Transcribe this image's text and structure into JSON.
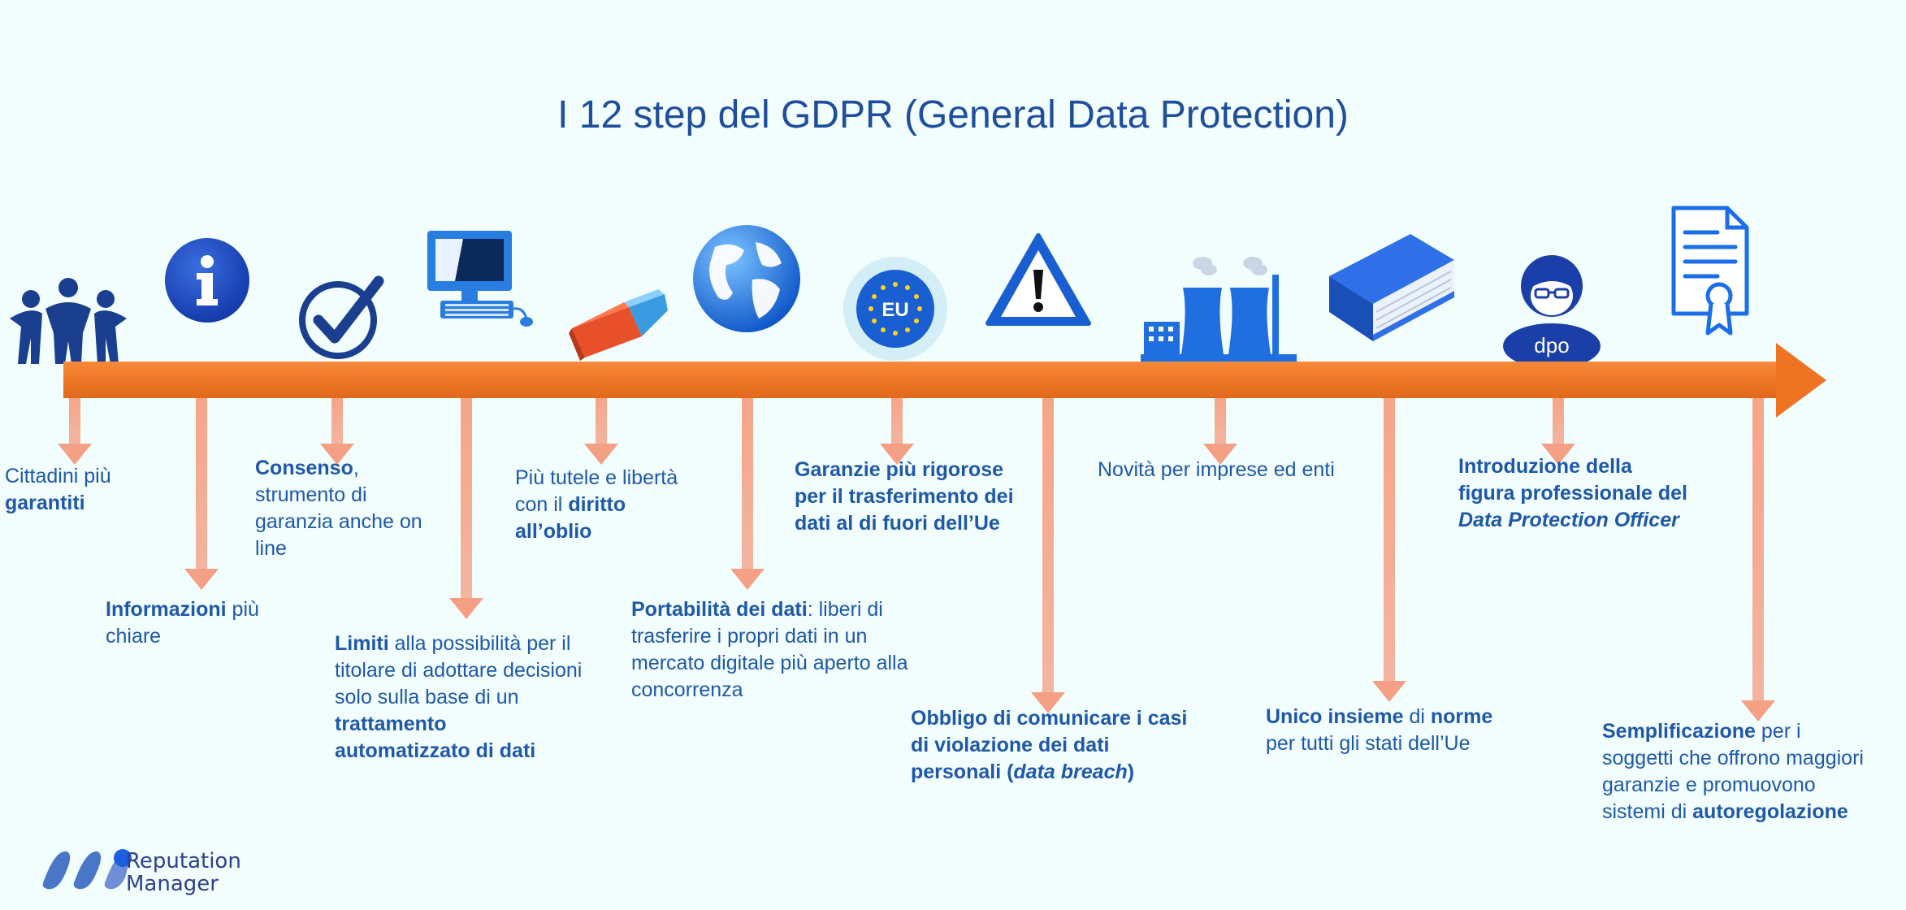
{
  "title": "I 12 step del GDPR (General Data Protection)",
  "colors": {
    "text": "#1f58a8",
    "axis": "#ee7424",
    "drop": "#f4a084",
    "icon": "#1a5fd1",
    "title": "#1f4e9c"
  },
  "steps": [
    {
      "icon": "people-icon",
      "parts": [
        {
          "t": "Cittadini più",
          "s": "n"
        },
        {
          "t": "\n",
          "s": "br"
        },
        {
          "t": "garantiti",
          "s": "b"
        }
      ]
    },
    {
      "icon": "info-icon",
      "parts": [
        {
          "t": "Informazioni",
          "s": "b"
        },
        {
          "t": " più",
          "s": "n"
        },
        {
          "t": "\n",
          "s": "br"
        },
        {
          "t": "chiare",
          "s": "n"
        }
      ]
    },
    {
      "icon": "checkmark-icon",
      "parts": [
        {
          "t": "Consenso",
          "s": "b"
        },
        {
          "t": ",",
          "s": "n"
        },
        {
          "t": "\n",
          "s": "br"
        },
        {
          "t": "strumento di",
          "s": "n"
        },
        {
          "t": "\n",
          "s": "br"
        },
        {
          "t": "garanzia anche on",
          "s": "n"
        },
        {
          "t": "\n",
          "s": "br"
        },
        {
          "t": "line",
          "s": "n"
        }
      ]
    },
    {
      "icon": "computer-icon",
      "parts": [
        {
          "t": "Limiti",
          "s": "b"
        },
        {
          "t": " alla possibilità per il",
          "s": "n"
        },
        {
          "t": "\n",
          "s": "br"
        },
        {
          "t": "titolare di adottare decisioni",
          "s": "n"
        },
        {
          "t": "\n",
          "s": "br"
        },
        {
          "t": "solo sulla base di un",
          "s": "n"
        },
        {
          "t": "\n",
          "s": "br"
        },
        {
          "t": "trattamento",
          "s": "b"
        },
        {
          "t": "\n",
          "s": "br"
        },
        {
          "t": "automatizzato di dati",
          "s": "b"
        }
      ]
    },
    {
      "icon": "eraser-icon",
      "parts": [
        {
          "t": "Più tutele e libertà",
          "s": "n"
        },
        {
          "t": "\n",
          "s": "br"
        },
        {
          "t": "con il ",
          "s": "n"
        },
        {
          "t": "diritto",
          "s": "b"
        },
        {
          "t": "\n",
          "s": "br"
        },
        {
          "t": "all’oblio",
          "s": "b"
        }
      ]
    },
    {
      "icon": "globe-icon",
      "parts": [
        {
          "t": "Portabilità dei dati",
          "s": "b"
        },
        {
          "t": ": liberi di",
          "s": "n"
        },
        {
          "t": "\n",
          "s": "br"
        },
        {
          "t": "trasferire i propri dati in un",
          "s": "n"
        },
        {
          "t": "\n",
          "s": "br"
        },
        {
          "t": "mercato digitale più aperto alla",
          "s": "n"
        },
        {
          "t": "\n",
          "s": "br"
        },
        {
          "t": "concorrenza",
          "s": "n"
        }
      ]
    },
    {
      "icon": "eu-flag-icon",
      "badge": "EU",
      "parts": [
        {
          "t": "Garanzie più rigorose",
          "s": "b"
        },
        {
          "t": "\n",
          "s": "br"
        },
        {
          "t": "per il trasferimento dei",
          "s": "b"
        },
        {
          "t": "\n",
          "s": "br"
        },
        {
          "t": "dati al di fuori dell’Ue",
          "s": "b"
        }
      ]
    },
    {
      "icon": "warning-icon",
      "parts": [
        {
          "t": "Obbligo di comunicare i casi",
          "s": "b"
        },
        {
          "t": "\n",
          "s": "br"
        },
        {
          "t": "di violazione dei dati",
          "s": "b"
        },
        {
          "t": "\n",
          "s": "br"
        },
        {
          "t": "personali (",
          "s": "b"
        },
        {
          "t": "data breach",
          "s": "bi"
        },
        {
          "t": ")",
          "s": "b"
        }
      ]
    },
    {
      "icon": "factory-icon",
      "parts": [
        {
          "t": "Novità per imprese ed enti",
          "s": "n"
        }
      ]
    },
    {
      "icon": "book-icon",
      "parts": [
        {
          "t": "Unico insieme",
          "s": "b"
        },
        {
          "t": " di ",
          "s": "n"
        },
        {
          "t": "norme",
          "s": "b"
        },
        {
          "t": "\n",
          "s": "br"
        },
        {
          "t": "per tutti gli stati dell’Ue",
          "s": "n"
        }
      ]
    },
    {
      "icon": "dpo-person-icon",
      "badge": "dpo",
      "parts": [
        {
          "t": "Introduzione della",
          "s": "b"
        },
        {
          "t": "\n",
          "s": "br"
        },
        {
          "t": "figura professionale del",
          "s": "b"
        },
        {
          "t": "\n",
          "s": "br"
        },
        {
          "t": "Data Protection Officer",
          "s": "bi"
        }
      ]
    },
    {
      "icon": "certificate-icon",
      "parts": [
        {
          "t": "Semplificazione",
          "s": "b"
        },
        {
          "t": " per i",
          "s": "n"
        },
        {
          "t": "\n",
          "s": "br"
        },
        {
          "t": "soggetti che offrono maggiori",
          "s": "n"
        },
        {
          "t": "\n",
          "s": "br"
        },
        {
          "t": "garanzie e promuovono",
          "s": "n"
        },
        {
          "t": "\n",
          "s": "br"
        },
        {
          "t": "sistemi di ",
          "s": "n"
        },
        {
          "t": "autoregolazione",
          "s": "b"
        }
      ]
    }
  ],
  "logo": {
    "line1": "Reputation",
    "line2": "Manager",
    "icon": "reputation-manager-logo"
  }
}
